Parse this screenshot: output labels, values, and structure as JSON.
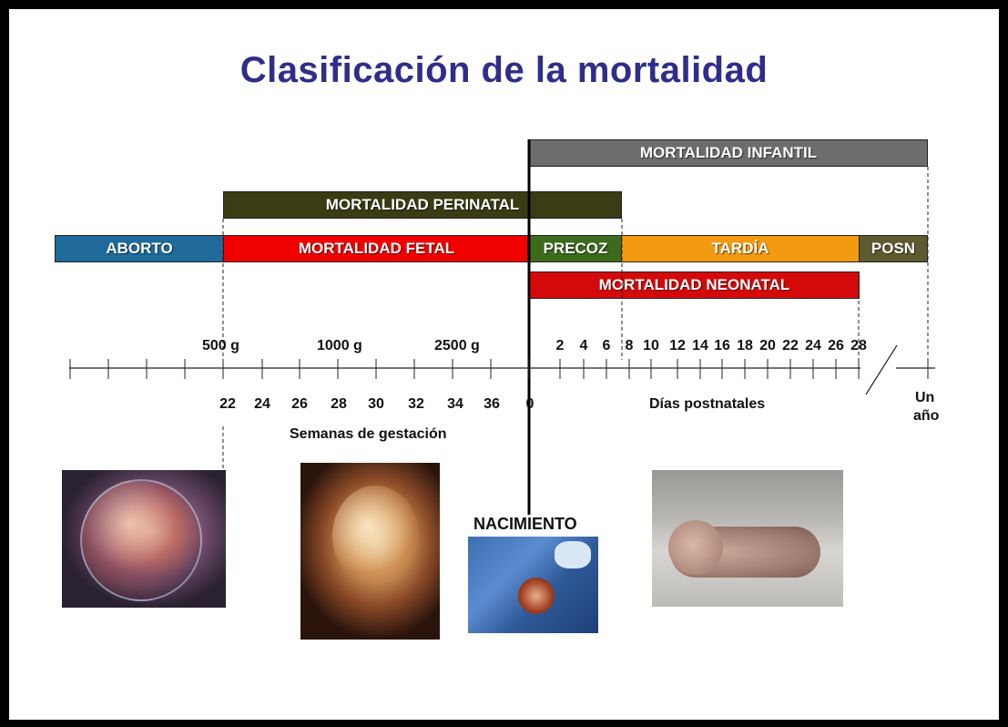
{
  "title": "Clasificación de la mortalidad",
  "bars": {
    "infantil": "MORTALIDAD INFANTIL",
    "perinatal": "MORTALIDAD PERINATAL",
    "aborto": "ABORTO",
    "fetal": "MORTALIDAD FETAL",
    "precoz": "PRECOZ",
    "tardia": "TARDÍA",
    "posn": "POSN",
    "neonatal": "MORTALIDAD NEONATAL"
  },
  "colors": {
    "title": "#2e2e8a",
    "infantil": "#6d6d6d",
    "perinatal": "#3b3b14",
    "aborto": "#1f6a9a",
    "fetal": "#f00000",
    "precoz": "#3c6b1c",
    "tardia": "#f39a10",
    "posn": "#5e5a30",
    "neonatal": "#d40a0a"
  },
  "weights": {
    "w500": "500 g",
    "w1000": "1000 g",
    "w2500": "2500 g"
  },
  "postnatal_ticks": [
    "2",
    "4",
    "6",
    "8",
    "10",
    "12",
    "14",
    "16",
    "18",
    "20",
    "22",
    "24",
    "26",
    "28"
  ],
  "gestation_ticks": [
    "22",
    "24",
    "26",
    "28",
    "30",
    "32",
    "34",
    "36",
    "0"
  ],
  "labels": {
    "dias": "Días postnatales",
    "semanas": "Semanas de gestación",
    "un": "Un",
    "anio": "año",
    "nacimiento": "NACIMIENTO"
  }
}
